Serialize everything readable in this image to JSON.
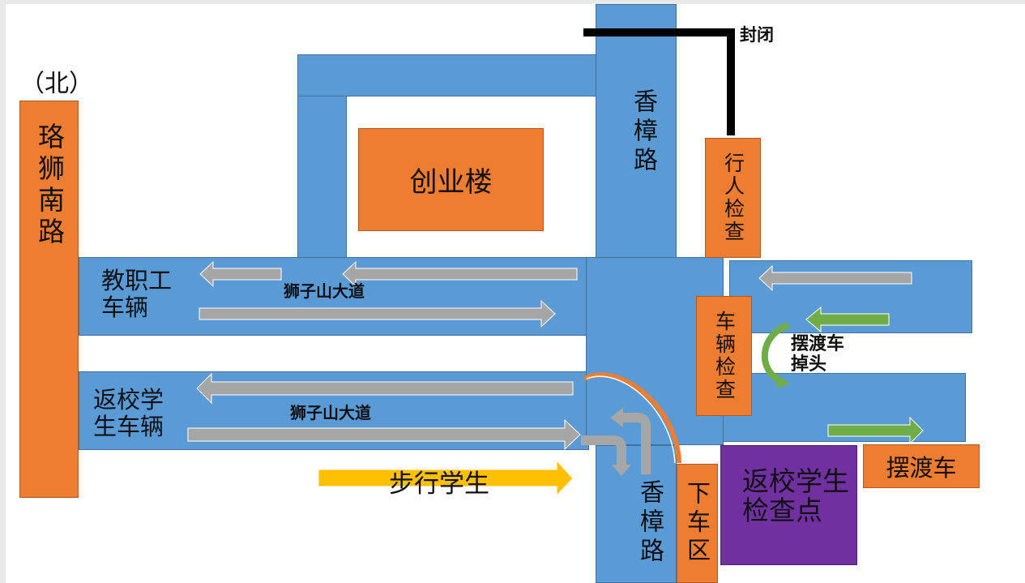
{
  "north_label": "（北）",
  "roads": {
    "luoshi_south": "珞狮南路",
    "xiangzhang_north": "香樟路",
    "xiangzhang_south": "香樟路",
    "shizishan_upper": "狮子山大道",
    "shizishan_lower": "狮子山大道"
  },
  "buildings": {
    "chuangye": "创业楼",
    "pedestrian_check": "行人检查",
    "vehicle_check": "车辆检查",
    "dropoff_zone": "下车区",
    "shuttle": "摆渡车",
    "student_checkpoint": "返校学生检查点"
  },
  "flows": {
    "staff_vehicles": "教职工\n车辆",
    "student_vehicles": "返校学\n生车辆",
    "walking_students": "步行学生",
    "shuttle_uturn": "摆渡车\n掉头",
    "closed": "封闭"
  },
  "colors": {
    "road": "#5b9bd5",
    "building": "#ed7d31",
    "checkpoint": "#7030a0",
    "gray_arrow": "#a6a6a6",
    "green_arrow": "#70ad47",
    "yellow_arrow": "#ffc000",
    "closed_line": "#000000"
  }
}
